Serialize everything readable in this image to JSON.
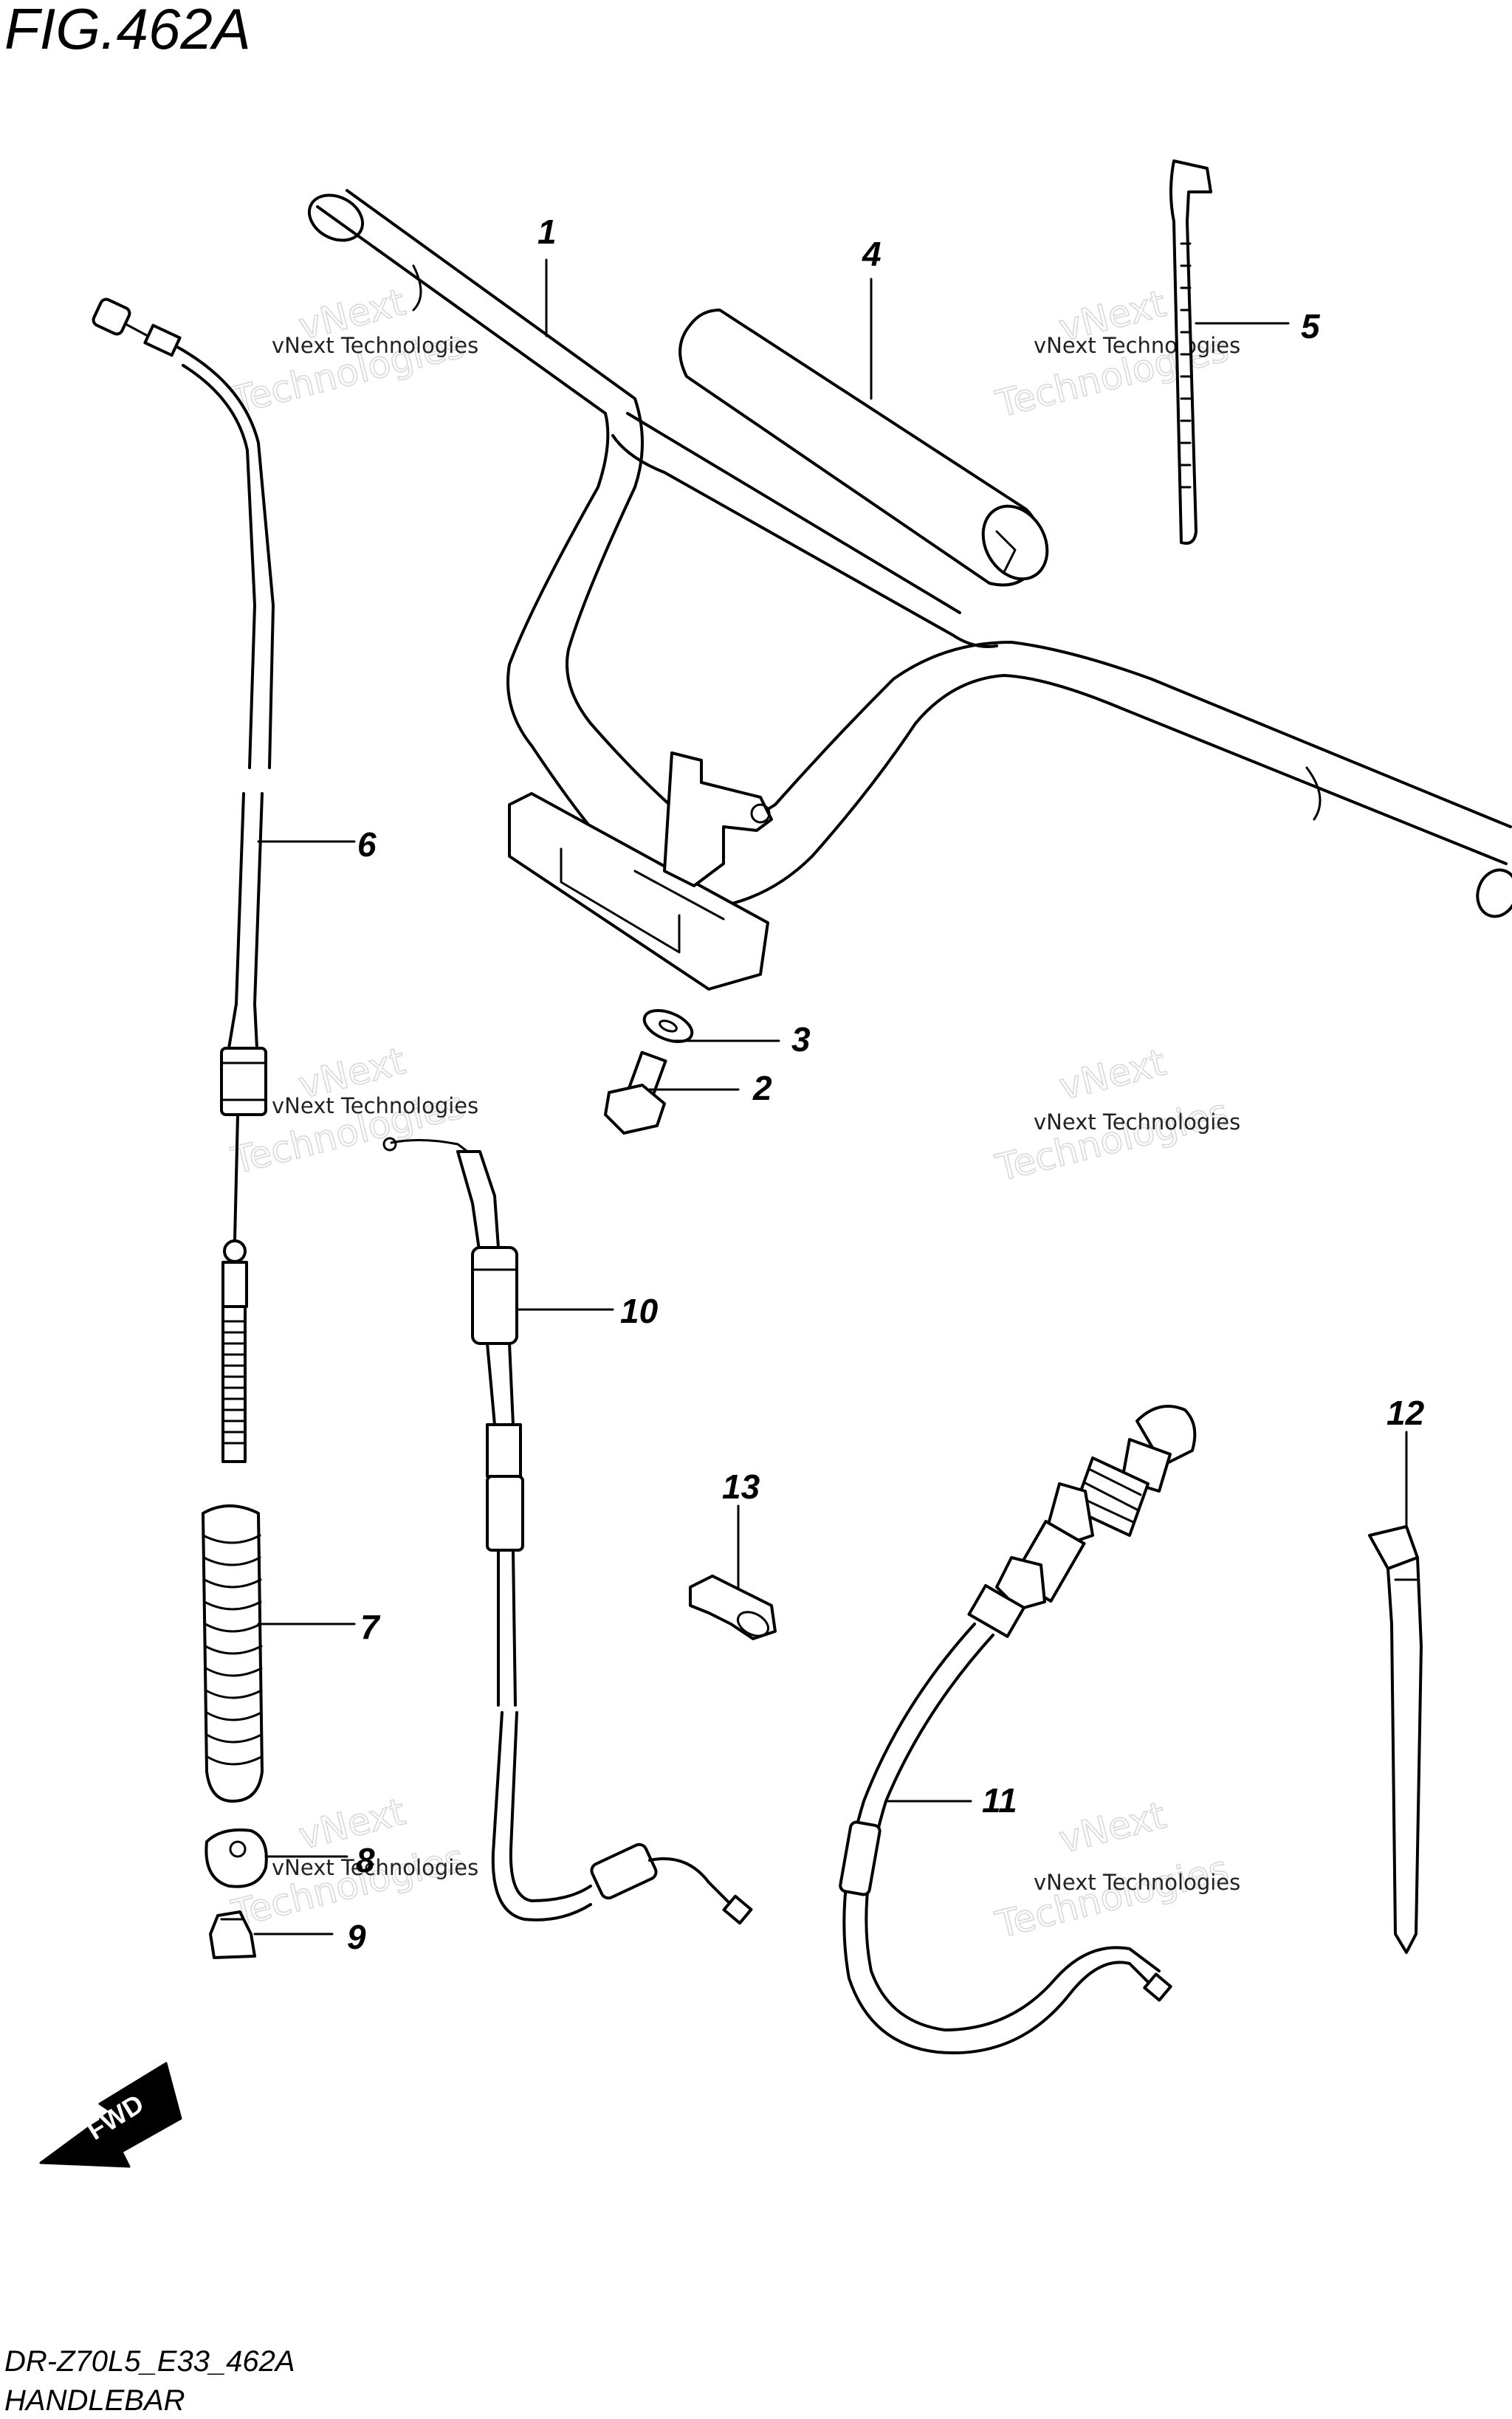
{
  "figure": {
    "title": "FIG.462A",
    "code": "DR-Z70L5_E33_462A",
    "name": "HANDLEBAR",
    "direction_label": "FWD"
  },
  "watermark": {
    "line1": "vNext Technologies",
    "line2_a": "vNext",
    "line2_b": "Technologies"
  },
  "callouts": [
    {
      "id": "1",
      "label": "1"
    },
    {
      "id": "2",
      "label": "2"
    },
    {
      "id": "3",
      "label": "3"
    },
    {
      "id": "4",
      "label": "4"
    },
    {
      "id": "5",
      "label": "5"
    },
    {
      "id": "6",
      "label": "6"
    },
    {
      "id": "7",
      "label": "7"
    },
    {
      "id": "8",
      "label": "8"
    },
    {
      "id": "9",
      "label": "9"
    },
    {
      "id": "10",
      "label": "10"
    },
    {
      "id": "11",
      "label": "11"
    },
    {
      "id": "12",
      "label": "12"
    },
    {
      "id": "13",
      "label": "13"
    }
  ]
}
